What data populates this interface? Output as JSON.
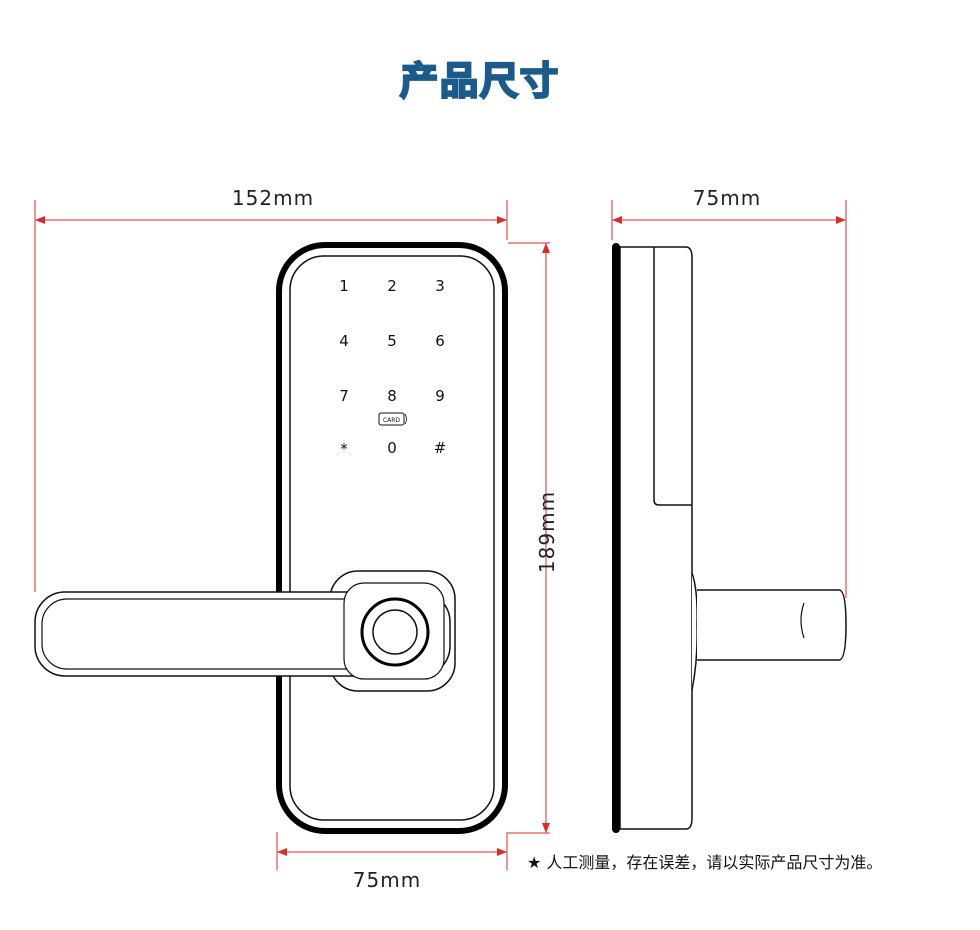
{
  "title": "产品尺寸",
  "dimensions": {
    "front_width": "152mm",
    "side_depth": "75mm",
    "height": "189mm",
    "panel_width": "75mm"
  },
  "keypad": {
    "keys": [
      "1",
      "2",
      "3",
      "4",
      "5",
      "6",
      "7",
      "8",
      "9",
      "*",
      "0",
      "#"
    ],
    "card_label": "CARD"
  },
  "note": "★ 人工测量，存在误差，请以实际产品尺寸为准。",
  "colors": {
    "title": "#1b5b8c",
    "dimension_line": "#e02a2a"
  }
}
